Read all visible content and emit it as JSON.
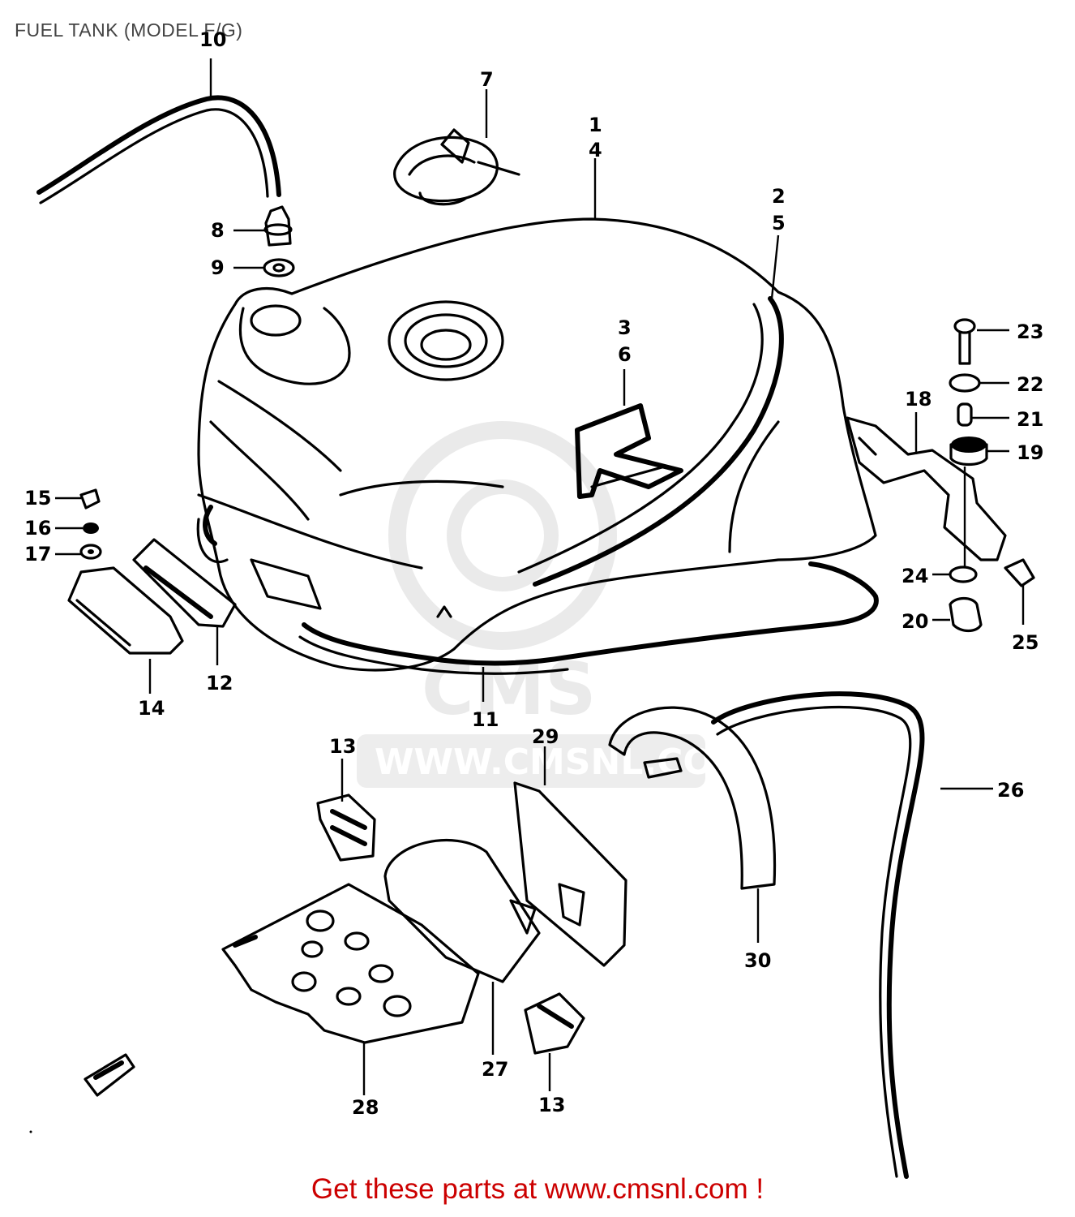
{
  "title": "FUEL TANK (MODEL F/G)",
  "watermark": {
    "brand": "CMS",
    "url": "WWW.CMSNL.COM"
  },
  "footer": "Get these parts at www.cmsnl.com !",
  "colors": {
    "footer": "#cc0000",
    "lines": "#000000",
    "watermark": "#e6e6e6"
  },
  "callouts": {
    "c1": "1",
    "c4": "4",
    "c2": "2",
    "c5": "5",
    "c3": "3",
    "c6": "6",
    "c7": "7",
    "c8": "8",
    "c9": "9",
    "c10": "10",
    "c11": "11",
    "c12": "12",
    "c13a": "13",
    "c13b": "13",
    "c14": "14",
    "c15": "15",
    "c16": "16",
    "c17": "17",
    "c18": "18",
    "c19": "19",
    "c20": "20",
    "c21": "21",
    "c22": "22",
    "c23": "23",
    "c24": "24",
    "c25": "25",
    "c26": "26",
    "c27": "27",
    "c28": "28",
    "c29": "29",
    "c30": "30"
  }
}
